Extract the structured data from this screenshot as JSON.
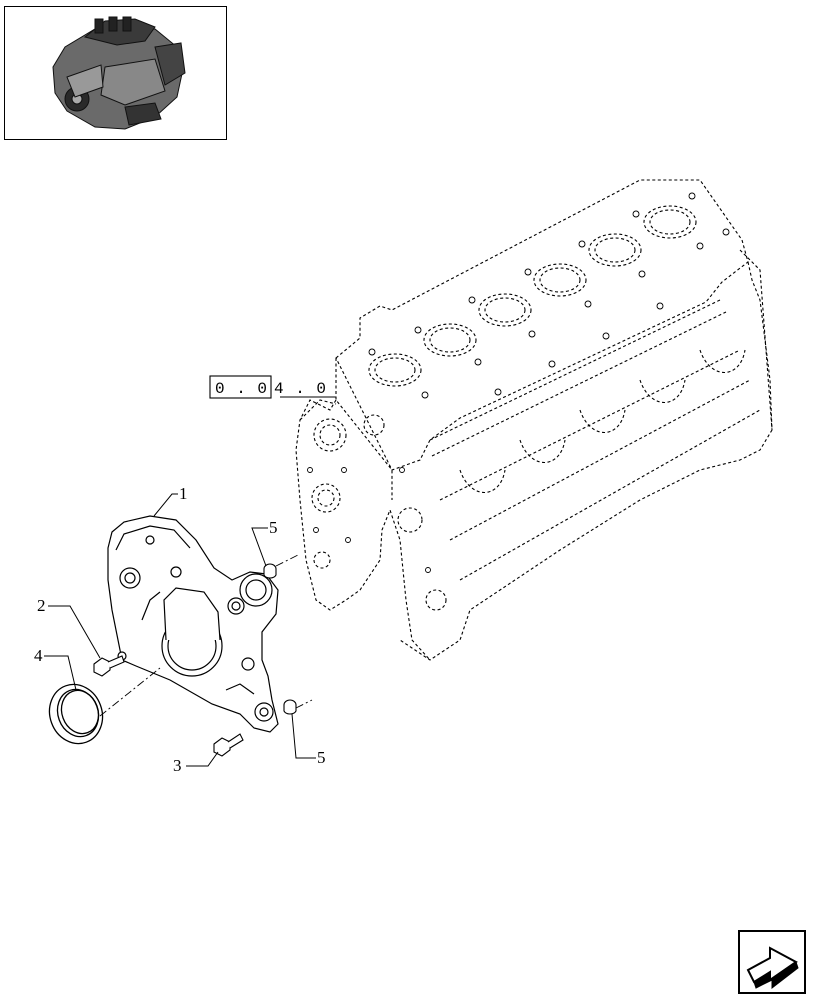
{
  "thumbnail": {
    "icon": "engine-overview-icon"
  },
  "reference_box": {
    "boxed": "0 . 0",
    "rest": "4 . 0"
  },
  "callouts": [
    {
      "id": "c1",
      "text": "1"
    },
    {
      "id": "c2",
      "text": "2"
    },
    {
      "id": "c3",
      "text": "3"
    },
    {
      "id": "c4",
      "text": "4"
    },
    {
      "id": "c5a",
      "text": "5"
    },
    {
      "id": "c5b",
      "text": "5"
    }
  ],
  "navigation": {
    "icon": "next-page-arrow-icon"
  }
}
